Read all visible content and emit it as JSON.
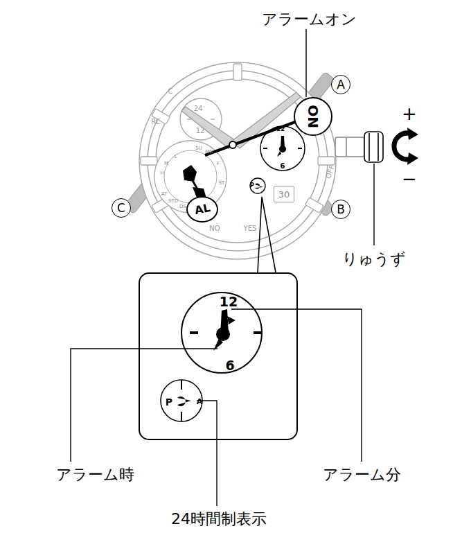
{
  "diagram": {
    "nodes": [
      {
        "text": [
          "ON"
        ]
      },
      {
        "text": [
          "AL"
        ]
      },
      {
        "text": [
          "A"
        ]
      },
      {
        "text": [
          "B"
        ]
      },
      {
        "text": [
          "C"
        ]
      },
      {
        "text": [
          "30"
        ]
      },
      {
        "text": [
          "12",
          "6",
          "P",
          "A"
        ]
      }
    ],
    "labels": [
      "アラームオン",
      "+",
      "−",
      "りゅうず",
      "アラーム時",
      "アラーム分",
      "24時間制表示",
      "C",
      "RC",
      "24",
      "12",
      "SU",
      "MO",
      "F",
      "ST",
      "H",
      "M",
      "L",
      "AT",
      "STD",
      "DS",
      "NO",
      "YES",
      "OFF",
      "12",
      "6",
      "P"
    ]
  }
}
